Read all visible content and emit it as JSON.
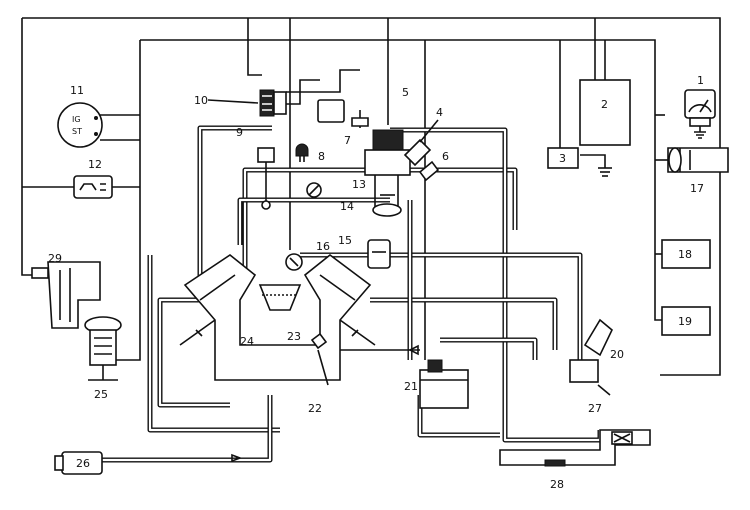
{
  "labels": {
    "n1": "1",
    "n2": "2",
    "n3": "3",
    "n4": "4",
    "n5": "5",
    "n6": "6",
    "n7": "7",
    "n8": "8",
    "n9": "9",
    "n10": "10",
    "n11": "11",
    "n12": "12",
    "n13": "13",
    "n14": "14",
    "n15": "15",
    "n16": "16",
    "n17": "17",
    "n18": "18",
    "n19": "19",
    "n20": "20",
    "n21": "21",
    "n22": "22",
    "n23": "23",
    "n24": "24",
    "n25": "25",
    "n26": "26",
    "n27": "27",
    "n28": "28",
    "n29": "29"
  },
  "switch_text": {
    "ig": "IG",
    "st": "ST"
  }
}
